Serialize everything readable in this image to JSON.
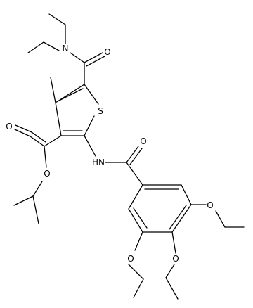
{
  "diagram": {
    "atoms": {
      "N_amide": "N",
      "O_amide_carbonyl": "O",
      "S_ring": "S",
      "O_ester_carbonyl": "O",
      "O_ester": "O",
      "NH": "HN",
      "O_benzamide": "O",
      "O_ethoxy_3": "O",
      "O_ethoxy_4": "O",
      "O_ethoxy_5": "O"
    },
    "colors": {
      "bond": "#000000",
      "label": "#000000",
      "background": "#ffffff"
    }
  }
}
